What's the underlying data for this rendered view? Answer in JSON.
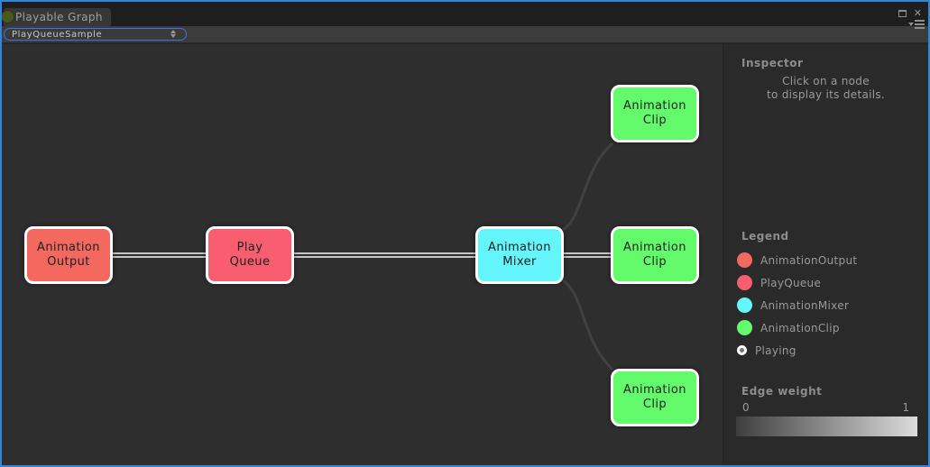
{
  "window": {
    "tab": "Playable Graph",
    "close_glyph": "✕"
  },
  "toolbar": {
    "graph_dropdown": {
      "value": "PlayQueueSample"
    }
  },
  "graph": {
    "nodes": [
      {
        "id": "animation-output",
        "label": "Animation\nOutput",
        "color": "#f4695f"
      },
      {
        "id": "play-queue",
        "label": "Play\nQueue",
        "color": "#f95e70"
      },
      {
        "id": "animation-mixer",
        "label": "Animation\nMixer",
        "color": "#64f6fc"
      },
      {
        "id": "animation-clip-top",
        "label": "Animation\nClip",
        "color": "#63fa6b"
      },
      {
        "id": "animation-clip-middle",
        "label": "Animation\nClip",
        "color": "#63fa6b"
      },
      {
        "id": "animation-clip-bottom",
        "label": "Animation\nClip",
        "color": "#63fa6b"
      }
    ],
    "edge_colors": {
      "weight_high": "#c6c6c6",
      "weight_low": "#414141"
    }
  },
  "inspector": {
    "title": "Inspector",
    "hint_line1": "Click on a node",
    "hint_line2": "to display its details."
  },
  "legend": {
    "title": "Legend",
    "items": [
      {
        "label": "AnimationOutput",
        "color": "#f4695f"
      },
      {
        "label": "PlayQueue",
        "color": "#f95e70"
      },
      {
        "label": "AnimationMixer",
        "color": "#64f6fc"
      },
      {
        "label": "AnimationClip",
        "color": "#63fa6b"
      },
      {
        "label": "Playing",
        "color": "#757575",
        "ring": "#ffffff"
      }
    ]
  },
  "edge_weight": {
    "title": "Edge weight",
    "min_label": "0",
    "max_label": "1",
    "gradient_start": "#3e3e3e",
    "gradient_end": "#dcdcdc"
  }
}
